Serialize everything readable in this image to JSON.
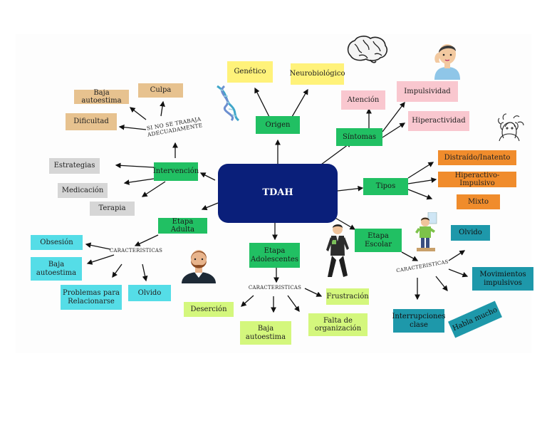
{
  "center": "TDAH",
  "origen": {
    "label": "Origen",
    "items": [
      "Genético",
      "Neurobiológico"
    ]
  },
  "sintomas": {
    "label": "Síntomas",
    "items": [
      "Atención",
      "Impulsividad",
      "Hiperactividad"
    ]
  },
  "tipos": {
    "label": "Tipos",
    "items": [
      "Distraído/Inatento",
      "Hiperactivo-Impulsivo",
      "Mixto"
    ]
  },
  "intervencion": {
    "label": "Intervención",
    "items": [
      "Estrategias",
      "Medicación",
      "Terapia"
    ]
  },
  "no_tratada": {
    "label": "SI NO SE TRABAJA ADECUADAMENTE",
    "items": [
      "Culpa",
      "Baja autoestima",
      "Dificultad"
    ]
  },
  "adulta": {
    "label": "Etapa Adulta",
    "car": "CARACTERISTICAS",
    "items": [
      "Obsesión",
      "Baja autoestima",
      "Problemas para Relacionarse",
      "Olvido"
    ]
  },
  "adolescentes": {
    "label": "Etapa Adolescentes",
    "car": "CARACTERISTICAS",
    "items": [
      "Frustración",
      "Deserción",
      "Baja autoestima",
      "Falta de organización"
    ]
  },
  "escolar": {
    "label": "Etapa Escolar",
    "car": "CARACTERISTICAS",
    "items": [
      "Olvido",
      "Movimientos impulsivos",
      "Interrupciones clase",
      "Habla mucho"
    ]
  }
}
